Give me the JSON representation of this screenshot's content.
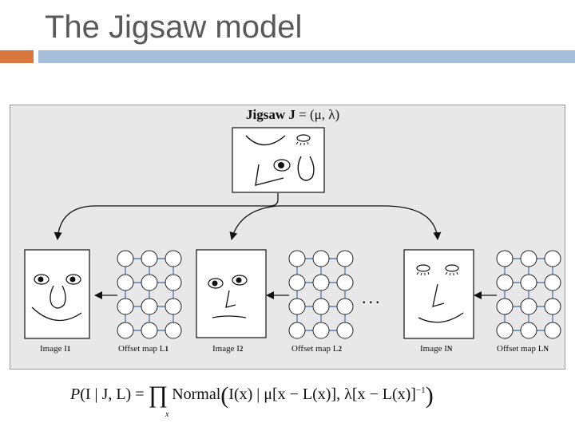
{
  "slide": {
    "title": "The Jigsaw model"
  },
  "diagram": {
    "jigsaw_label_bold": "Jigsaw J",
    "jigsaw_label_rest": " = (μ, λ)",
    "ellipsis": "...",
    "captions": {
      "image1": "Image I",
      "image1_sub": "1",
      "offset1": "Offset map L",
      "offset1_sub": "1",
      "image2": "Image I",
      "image2_sub": "2",
      "offset2": "Offset map L",
      "offset2_sub": "2",
      "imageN": "Image I",
      "imageN_sub": "N",
      "offsetN": "Offset map L",
      "offsetN_sub": "N"
    }
  },
  "formula": {
    "lhs_P": "P",
    "lhs_args": "(I | J, L) =",
    "product_sub": "x",
    "normal": "Normal",
    "inner": "I(x) | μ[x − L(x)], λ[x − L(x)]",
    "exponent": "−1"
  },
  "colors": {
    "accent_orange": "#d9773c",
    "accent_blue": "#a6bed9",
    "grid_line": "#5a7fb5",
    "panel_bg": "#e8e8e8"
  }
}
